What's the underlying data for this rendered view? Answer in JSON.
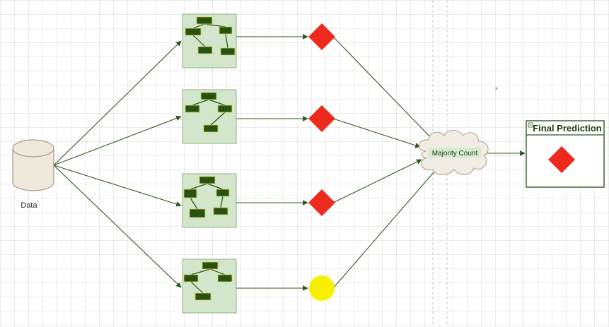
{
  "diagram": {
    "data_label": "Data",
    "aggregator_label": "Majority Count",
    "final_prediction_label": "Final Prediction",
    "trees": [
      {
        "output_shape": "diamond",
        "output_color": "#ee2a1f"
      },
      {
        "output_shape": "diamond",
        "output_color": "#ee2a1f"
      },
      {
        "output_shape": "diamond",
        "output_color": "#ee2a1f"
      },
      {
        "output_shape": "circle",
        "output_color": "#f7f100"
      }
    ],
    "final_output": {
      "shape": "diamond",
      "color": "#ee2a1f"
    },
    "colors": {
      "edge": "#2f5a1f",
      "tree_panel_fill": "#d3e6cc",
      "tree_panel_stroke": "#8fb283",
      "tree_node": "#275214",
      "tree_node_stroke": "#d4d94a",
      "cylinder_fill": "#efe8dc",
      "cylinder_stroke": "#a89a85",
      "cloud_fill": "#f2ede4",
      "cloud_stroke": "#b9ad99",
      "label_bg": "#d8ebd0",
      "frame_stroke": "#2f5a1f"
    }
  }
}
